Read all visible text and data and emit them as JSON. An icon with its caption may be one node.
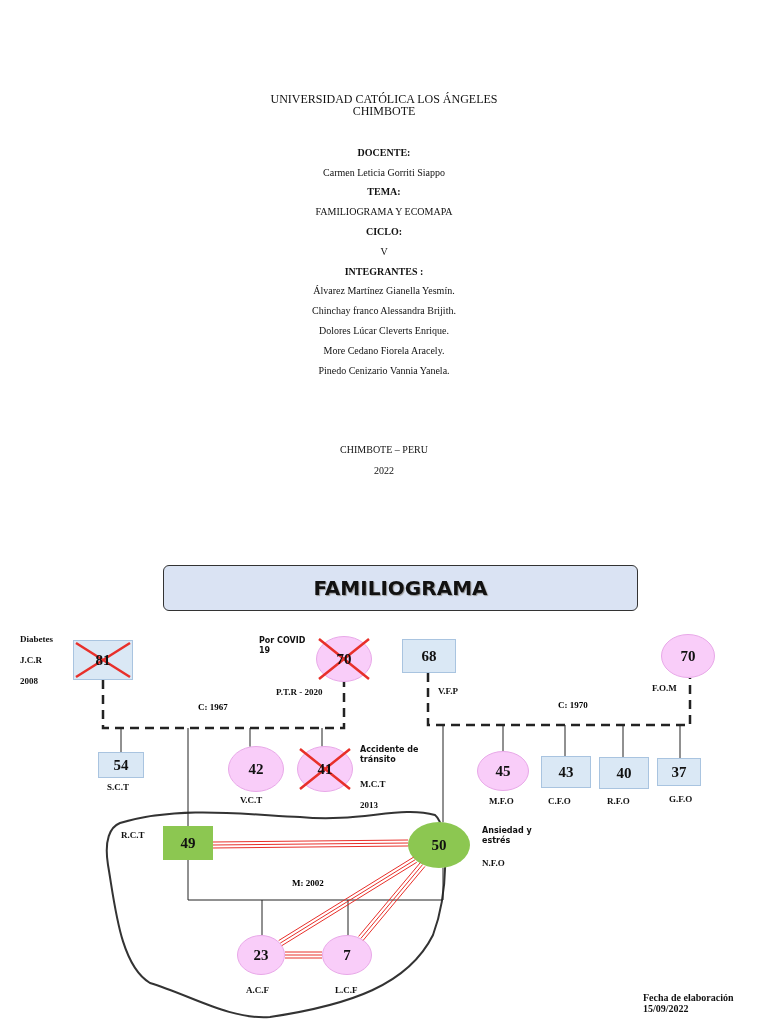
{
  "diagram": {
    "nodes": [
      {
        "text": [
          "FAMILIOGRAMA"
        ]
      },
      {
        "text": [
          "81"
        ],
        "beside": [
          "Diabetes",
          "J.C.R",
          "2008"
        ]
      },
      {
        "text": [
          "70"
        ],
        "beside": [
          "Por COVID 19",
          "P.T.R - 2020"
        ]
      },
      {
        "text": [
          "68"
        ],
        "beside": [
          "V.F.P"
        ]
      },
      {
        "text": [
          "70"
        ],
        "beside": [
          "F.O.M"
        ]
      },
      {
        "text": [
          "54"
        ],
        "beside": [
          "S.C.T"
        ]
      },
      {
        "text": [
          "42"
        ],
        "beside": [
          "V.C.T"
        ]
      },
      {
        "text": [
          "41"
        ],
        "beside": [
          "Accidente de tránsito",
          "M.C.T",
          "2013"
        ]
      },
      {
        "text": [
          "45"
        ],
        "beside": [
          "M.F.O"
        ]
      },
      {
        "text": [
          "43"
        ],
        "beside": [
          "C.F.O"
        ]
      },
      {
        "text": [
          "40"
        ],
        "beside": [
          "R.F.O"
        ]
      },
      {
        "text": [
          "37"
        ],
        "beside": [
          "G.F.O"
        ]
      },
      {
        "text": [],
        "shape": "cloud"
      },
      {
        "text": [
          "49"
        ],
        "beside": [
          "R.C.T"
        ],
        "in": 12
      },
      {
        "text": [
          "50"
        ],
        "beside": [
          "Ansiedad y estrés",
          "N.F.O"
        ],
        "in": 12
      },
      {
        "text": [
          "23"
        ],
        "beside": [
          "A.C.F"
        ],
        "in": 12
      },
      {
        "text": [
          "7"
        ],
        "beside": [
          "L.C.F"
        ],
        "in": 12
      }
    ],
    "edges": [
      {
        "from": 1,
        "to": 2,
        "arrow": "none",
        "label": "C: 1967",
        "style": "dashed"
      },
      {
        "from": null,
        "to": 5,
        "arrow": "none"
      },
      {
        "from": null,
        "to": 6,
        "arrow": "none"
      },
      {
        "from": null,
        "to": 7,
        "arrow": "none"
      },
      {
        "from": null,
        "to": 13,
        "arrow": "none"
      },
      {
        "from": 3,
        "to": 4,
        "arrow": "none",
        "label": "C: 1970",
        "style": "dashed"
      },
      {
        "from": null,
        "to": 14,
        "arrow": "none"
      },
      {
        "from": null,
        "to": 8,
        "arrow": "none"
      },
      {
        "from": null,
        "to": 9,
        "arrow": "none"
      },
      {
        "from": null,
        "to": 10,
        "arrow": "none"
      },
      {
        "from": null,
        "to": 11,
        "arrow": "none"
      },
      {
        "from": 13,
        "to": 14,
        "arrow": "none",
        "label": "M: 2002"
      },
      {
        "from": null,
        "to": 15,
        "arrow": "none"
      },
      {
        "from": null,
        "to": 16,
        "arrow": "none"
      },
      {
        "from": 13,
        "to": 14,
        "arrow": "none",
        "color": "#e8302a"
      },
      {
        "from": 14,
        "to": 15,
        "arrow": "none",
        "color": "#e8302a"
      },
      {
        "from": 14,
        "to": 16,
        "arrow": "none",
        "color": "#e8302a"
      },
      {
        "from": 15,
        "to": 16,
        "arrow": "none",
        "color": "#e8302a"
      }
    ],
    "labels": [
      "UNIVERSIDAD CATÓLICA LOS ÁNGELES",
      "CHIMBOTE",
      "DOCENTE:",
      "Carmen Leticia Gorriti Siappo",
      "TEMA:",
      "FAMILIOGRAMA Y ECOMAPA",
      "CICLO:",
      "V",
      "INTEGRANTES :",
      "Álvarez Martínez Gianella Yesmín.",
      "Chinchay franco Alessandra Brijith.",
      "Dolores Lúcar Cleverts Enrique.",
      "More Cedano Fiorela Aracely.",
      "Pinedo Cenizario Vannia Yanela.",
      "CHIMBOTE – PERU",
      "2022",
      "Fecha de elaboración 15/09/2022"
    ]
  }
}
